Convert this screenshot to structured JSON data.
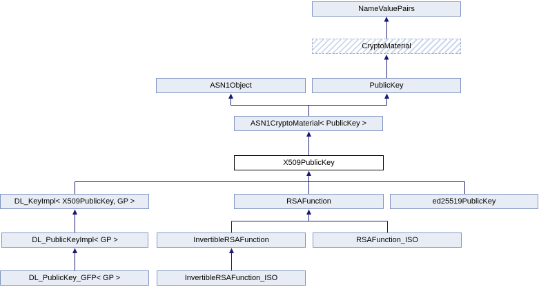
{
  "diagram": {
    "type": "class-inheritance-diagram",
    "current_node": "X509PublicKey",
    "colors": {
      "background": "#FFFFFF",
      "node_fill": "#E8EDF5",
      "node_border": "#8094C2",
      "current_node_fill": "#FFFFFF",
      "current_node_border": "#000000",
      "hatched_node_stripe": "#CBD7EB",
      "hatched_node_border": "#9DAFD2",
      "edge": "#191970",
      "text": "#000000"
    },
    "nodes": [
      {
        "id": "NameValuePairs",
        "label": "NameValuePairs",
        "style": "default"
      },
      {
        "id": "CryptoMaterial",
        "label": "CryptoMaterial",
        "style": "hatched"
      },
      {
        "id": "ASN1Object",
        "label": "ASN1Object",
        "style": "default"
      },
      {
        "id": "PublicKey",
        "label": "PublicKey",
        "style": "default"
      },
      {
        "id": "ASN1CryptoMaterial",
        "label": "ASN1CryptoMaterial< PublicKey >",
        "style": "default"
      },
      {
        "id": "X509PublicKey",
        "label": "X509PublicKey",
        "style": "current"
      },
      {
        "id": "DL_KeyImpl",
        "label": "DL_KeyImpl< X509PublicKey, GP >",
        "style": "default"
      },
      {
        "id": "RSAFunction",
        "label": "RSAFunction",
        "style": "default"
      },
      {
        "id": "ed25519PublicKey",
        "label": "ed25519PublicKey",
        "style": "default"
      },
      {
        "id": "DL_PublicKeyImpl",
        "label": "DL_PublicKeyImpl< GP >",
        "style": "default"
      },
      {
        "id": "InvertibleRSAFunction",
        "label": "InvertibleRSAFunction",
        "style": "default"
      },
      {
        "id": "RSAFunction_ISO",
        "label": "RSAFunction_ISO",
        "style": "default"
      },
      {
        "id": "DL_PublicKey_GFP",
        "label": "DL_PublicKey_GFP< GP >",
        "style": "default"
      },
      {
        "id": "InvertibleRSAFunction_ISO",
        "label": "InvertibleRSAFunction_ISO",
        "style": "default"
      }
    ],
    "edges": [
      {
        "from": "CryptoMaterial",
        "to": "NameValuePairs"
      },
      {
        "from": "PublicKey",
        "to": "CryptoMaterial"
      },
      {
        "from": "ASN1CryptoMaterial",
        "to": "ASN1Object"
      },
      {
        "from": "ASN1CryptoMaterial",
        "to": "PublicKey"
      },
      {
        "from": "X509PublicKey",
        "to": "ASN1CryptoMaterial"
      },
      {
        "from": "DL_KeyImpl",
        "to": "X509PublicKey"
      },
      {
        "from": "RSAFunction",
        "to": "X509PublicKey"
      },
      {
        "from": "ed25519PublicKey",
        "to": "X509PublicKey"
      },
      {
        "from": "DL_PublicKeyImpl",
        "to": "DL_KeyImpl"
      },
      {
        "from": "InvertibleRSAFunction",
        "to": "RSAFunction"
      },
      {
        "from": "RSAFunction_ISO",
        "to": "RSAFunction"
      },
      {
        "from": "DL_PublicKey_GFP",
        "to": "DL_PublicKeyImpl"
      },
      {
        "from": "InvertibleRSAFunction_ISO",
        "to": "InvertibleRSAFunction"
      }
    ]
  }
}
